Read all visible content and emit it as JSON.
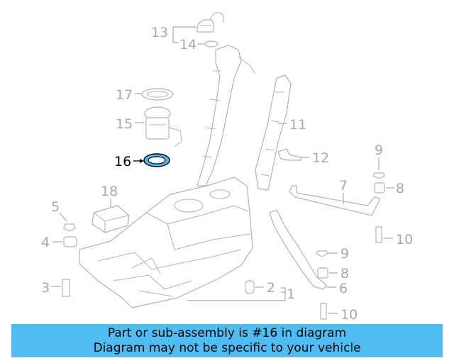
{
  "callouts": {
    "c1": "1",
    "c2": "2",
    "c3": "3",
    "c4": "4",
    "c5": "5",
    "c6": "6",
    "c7": "7",
    "c8a": "8",
    "c8b": "8",
    "c9a": "9",
    "c9b": "9",
    "c10a": "10",
    "c10b": "10",
    "c11": "11",
    "c12": "12",
    "c13": "13",
    "c14": "14",
    "c15": "15",
    "c16": "16",
    "c17": "17",
    "c18": "18"
  },
  "highlight": {
    "part": "16",
    "color": "#4fbdf2"
  },
  "banner": {
    "line1": "Part or sub-assembly is #16 in diagram",
    "line2": "Diagram may not be specific to your vehicle",
    "background": "#4fbdf2"
  }
}
